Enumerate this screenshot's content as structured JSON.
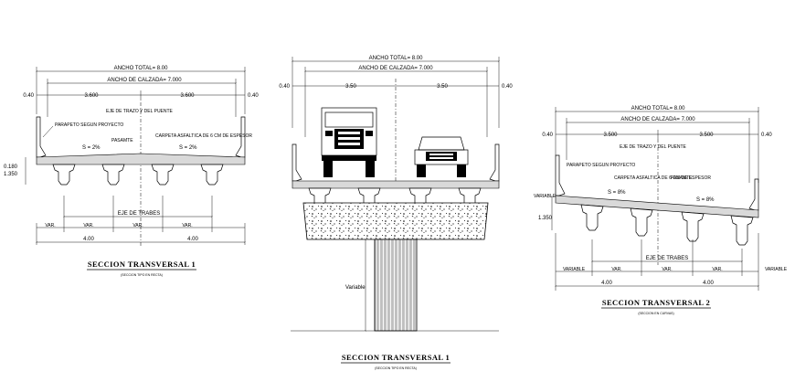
{
  "sections": [
    {
      "title": "SECCION TRANSVERSAL 1",
      "subtitle": "(SECCION TIPO EN RECTA)",
      "labels": {
        "total_width": "ANCHO TOTAL= 8.00",
        "roadway_width": "ANCHO DE CALZADA= 7.000",
        "left_edge": "0.40",
        "left_lane": "3.600",
        "right_lane": "3.600",
        "right_edge": "0.40",
        "axis": "EJE DE TRAZO Y DEL PUENTE",
        "parapet": "PARAPETO SEGUN PROYECTO",
        "rail": "PASAMTE",
        "asphalt": "CARPETA ASFALTICA DE 6 CM DE ESPESOR",
        "slope_left": "S = 2%",
        "slope_right": "S = 2%",
        "slab_thickness": "0.180",
        "depth": "1.350",
        "beams_axis": "EJE DE TRABES",
        "spacing": [
          "VAR.",
          "VAR.",
          "VAR.",
          "VAR."
        ],
        "half_left": "4.00",
        "half_right": "4.00"
      }
    },
    {
      "title": "SECCION TRANSVERSAL 1",
      "subtitle": "(SECCION TIPO EN RECTA)",
      "labels": {
        "total_width": "ANCHO TOTAL= 8.00",
        "roadway_width": "ANCHO DE CALZADA= 7.000",
        "left_edge": "0.40",
        "left_lane": "3.50",
        "right_lane": "3.50",
        "right_edge": "0.40",
        "pier_height": "Variable"
      }
    },
    {
      "title": "SECCION TRANSVERSAL 2",
      "subtitle": "(SECCION EN CURVAS)",
      "labels": {
        "total_width": "ANCHO TOTAL= 8.00",
        "roadway_width": "ANCHO DE CALZADA= 7.000",
        "left_edge": "0.40",
        "left_lane": "3.500",
        "right_lane": "3.500",
        "right_edge": "0.40",
        "axis": "EJE DE TRAZO Y DEL PUENTE",
        "parapet": "PARAPETO SEGUN PROYECTO",
        "asphalt": "CARPETA ASFALTICA DE 6 CM DE ESPESOR",
        "rail": "PASAMTE",
        "slope_left": "S = 8%",
        "slope_right": "S = 8%",
        "variable": "VARIABLE",
        "depth": "1.350",
        "beams_axis": "EJE DE TRABES",
        "spacing": [
          "VARIABLE",
          "VAR.",
          "VAR.",
          "VAR.",
          "VARIABLE"
        ],
        "half_left": "4.00",
        "half_right": "4.00"
      }
    }
  ]
}
